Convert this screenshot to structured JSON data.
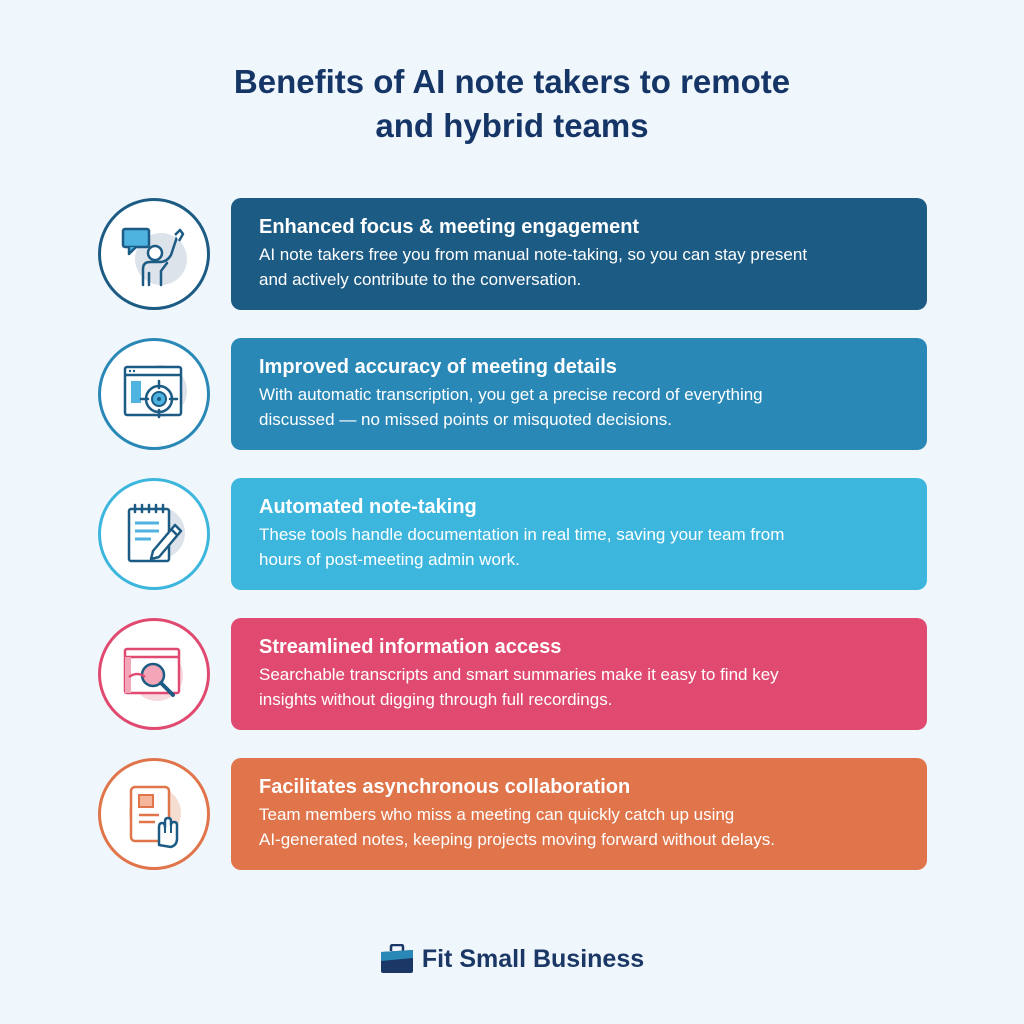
{
  "title": {
    "line1": "Benefits of AI note takers to remote",
    "line2": "and hybrid teams"
  },
  "benefits": [
    {
      "title": "Enhanced focus & meeting engagement",
      "line1": "AI note takers free you from manual note-taking, so you can stay present",
      "line2": "and actively contribute to the conversation.",
      "color": "#1c5b84",
      "ring": "#1c5b84",
      "icon": "raised-hand-speech-icon"
    },
    {
      "title": "Improved accuracy of meeting details",
      "line1": "With automatic transcription, you get a precise record of everything",
      "line2": "discussed — no missed points or misquoted decisions.",
      "color": "#2a88b7",
      "ring": "#2a88b7",
      "icon": "target-browser-icon"
    },
    {
      "title": "Automated note-taking",
      "line1": "These tools handle documentation in real time, saving your team from",
      "line2": "hours of post-meeting admin work.",
      "color": "#3db6de",
      "ring": "#3db6de",
      "icon": "notepad-pencil-icon"
    },
    {
      "title": "Streamlined information access",
      "line1": "Searchable transcripts and smart summaries make it easy to find key",
      "line2": "insights without digging through full recordings.",
      "color": "#e04a70",
      "ring": "#e04a70",
      "icon": "search-browser-icon"
    },
    {
      "title": "Facilitates asynchronous collaboration",
      "line1": "Team members who miss a meeting can quickly catch up using",
      "line2": "AI-generated notes, keeping projects moving forward without delays.",
      "color": "#e0744a",
      "ring": "#e0744a",
      "icon": "tablet-tap-icon"
    }
  ],
  "footer": {
    "brand": "Fit Small Business",
    "icon": "briefcase-icon",
    "color": "#1a3766"
  }
}
